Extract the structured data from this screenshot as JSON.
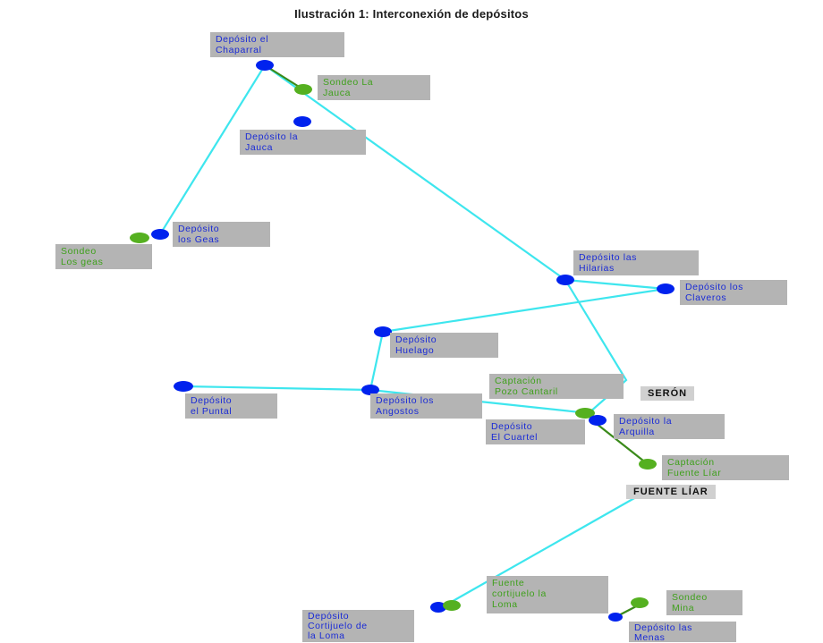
{
  "title": "Ilustración 1: Interconexión de depósitos",
  "colors": {
    "pipe": "#3ee6ee",
    "pipe_green": "#3a8a1a",
    "node_blue": "#0022ee",
    "node_green": "#55b020",
    "label_bg": "#b4b4b4",
    "label_blue_text": "#1a2bd6",
    "label_green_text": "#3fa01c"
  },
  "labels": {
    "chaparral": "Depósito el\nChaparral",
    "sondeo_jauca": "Sondeo La\nJauca",
    "dep_jauca": "Depósito la\nJauca",
    "dep_geas": "Depósito\nlos Geas",
    "sondeo_geas": "Sondeo\nLos geas",
    "hilarias": "Depósito las\nHilarias",
    "claveros": "Depósito los\nClaveros",
    "huelago": "Depósito\nHuelago",
    "puntal": "Depósito\nel Puntal",
    "angostos": "Depósito los\nAngostos",
    "pozo_cantaril": "Captación\nPozo Cantaril",
    "cuartel": "Depósito\nEl Cuartel",
    "arquilla": "Depósito la\nArquilla",
    "fuente_liar_capt": "Captación\nFuente Líar",
    "fuente_cortijuelo": "Fuente\ncortijuelo la\nLoma",
    "cortijuelo": "Depósito\nCortijuelo de\nla Loma",
    "sondeo_mina": "Sondeo\nMina",
    "menas": "Depósito las\nMenas"
  },
  "towns": {
    "seron": "SERÓN",
    "fuente_liar": "FUENTE LÍAR"
  }
}
